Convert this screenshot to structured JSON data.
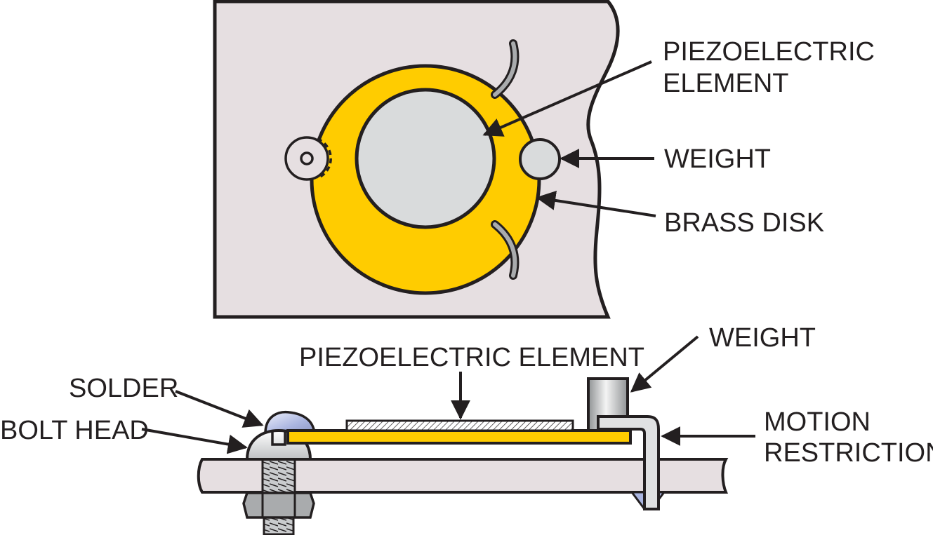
{
  "top_view": {
    "piezo_label_line1": "PIEZOELECTRIC",
    "piezo_label_line2": "ELEMENT",
    "weight_label": "WEIGHT",
    "brass_label": "BRASS DISK"
  },
  "side_view": {
    "piezo_label": "PIEZOELECTRIC ELEMENT",
    "weight_label": "WEIGHT",
    "solder_label": "SOLDER",
    "bolt_label": "BOLT HEAD",
    "motion_label_line1": "MOTION",
    "motion_label_line2": "RESTRICTION"
  },
  "colors": {
    "plate": "#e6dfe1",
    "brass": "#ffcc00",
    "piezo": "#d9dbdc",
    "outline": "#231f20",
    "solder": "#aab5e0"
  }
}
